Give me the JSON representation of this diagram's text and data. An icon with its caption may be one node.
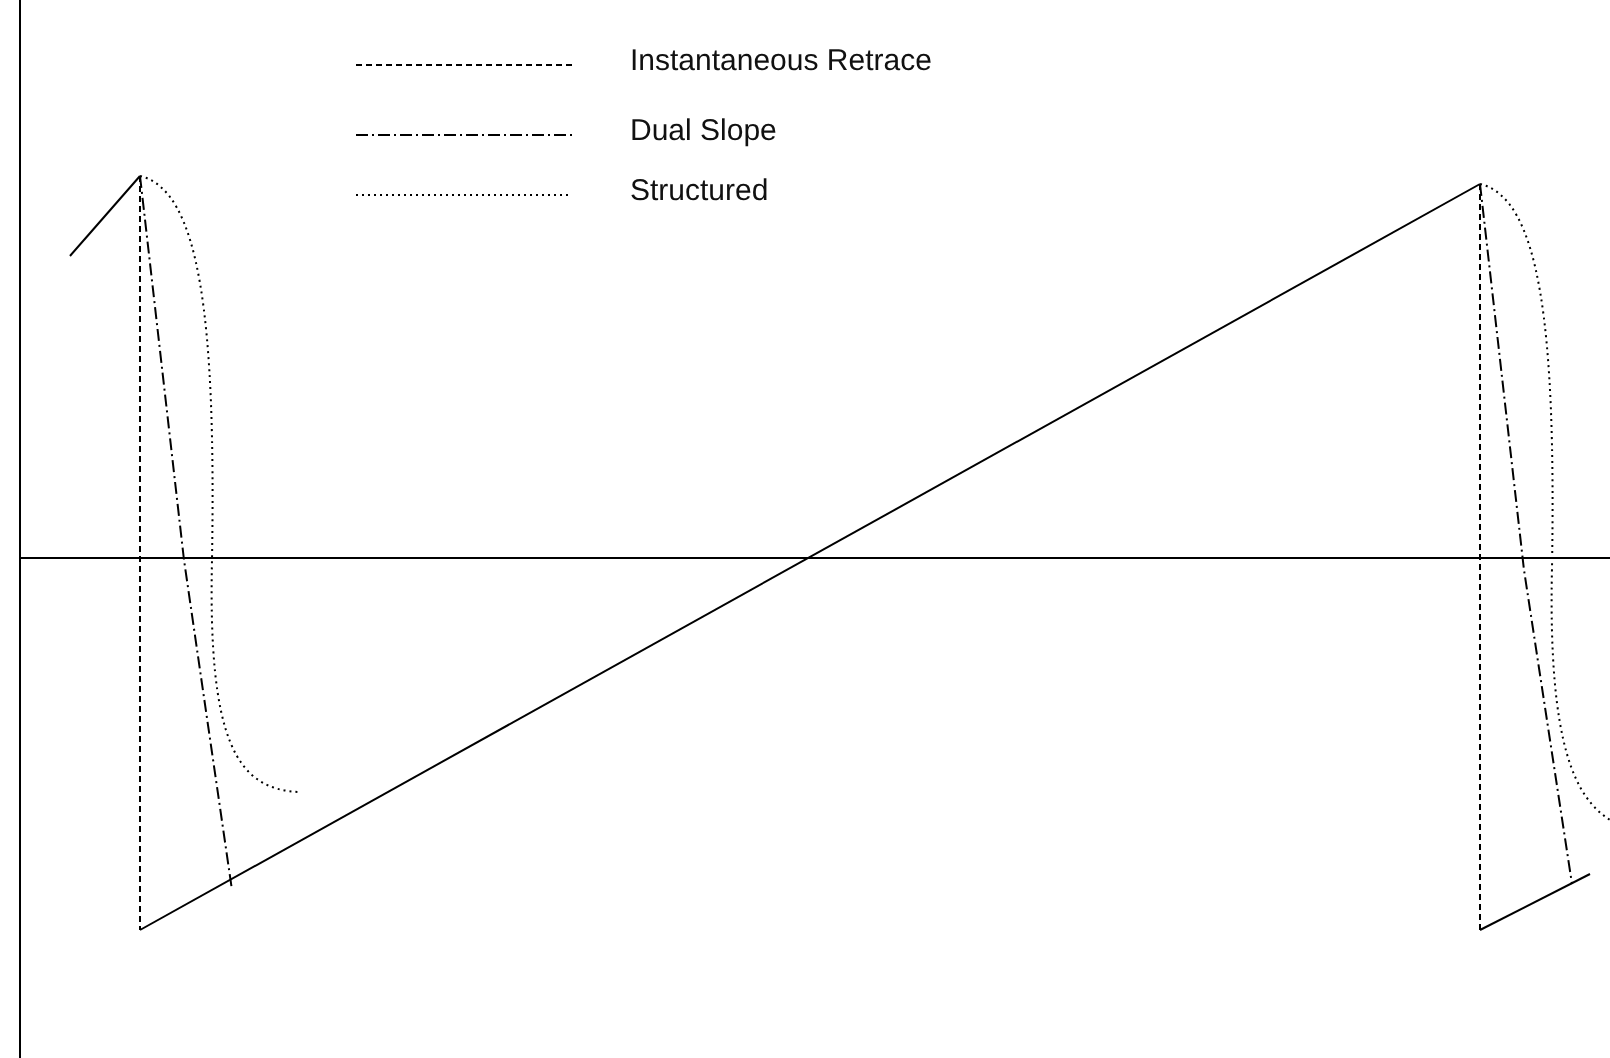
{
  "diagram": {
    "legend": [
      {
        "text": "Instantaneous Retrace"
      },
      {
        "text": "Dual Slope"
      },
      {
        "text": "Structured"
      }
    ]
  }
}
